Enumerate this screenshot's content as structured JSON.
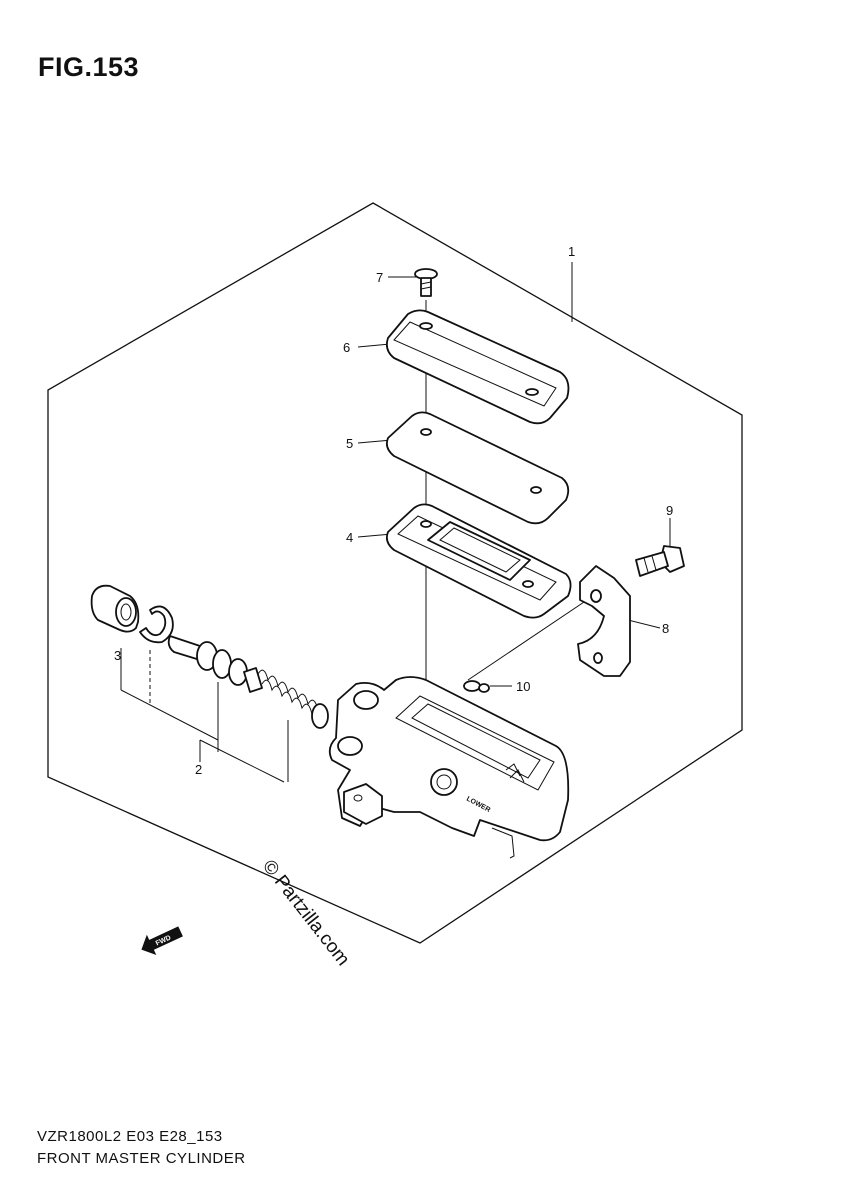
{
  "figure": {
    "title": "FIG.153"
  },
  "callouts": [
    "1",
    "2",
    "3",
    "4",
    "5",
    "6",
    "7",
    "8",
    "9",
    "10"
  ],
  "direction_badge": "FWD",
  "housing_marking": "LOWER",
  "watermark": "© Partzilla.com",
  "footer": {
    "model_code": "VZR1800L2 E03 E28_153",
    "caption": "FRONT MASTER CYLINDER"
  }
}
